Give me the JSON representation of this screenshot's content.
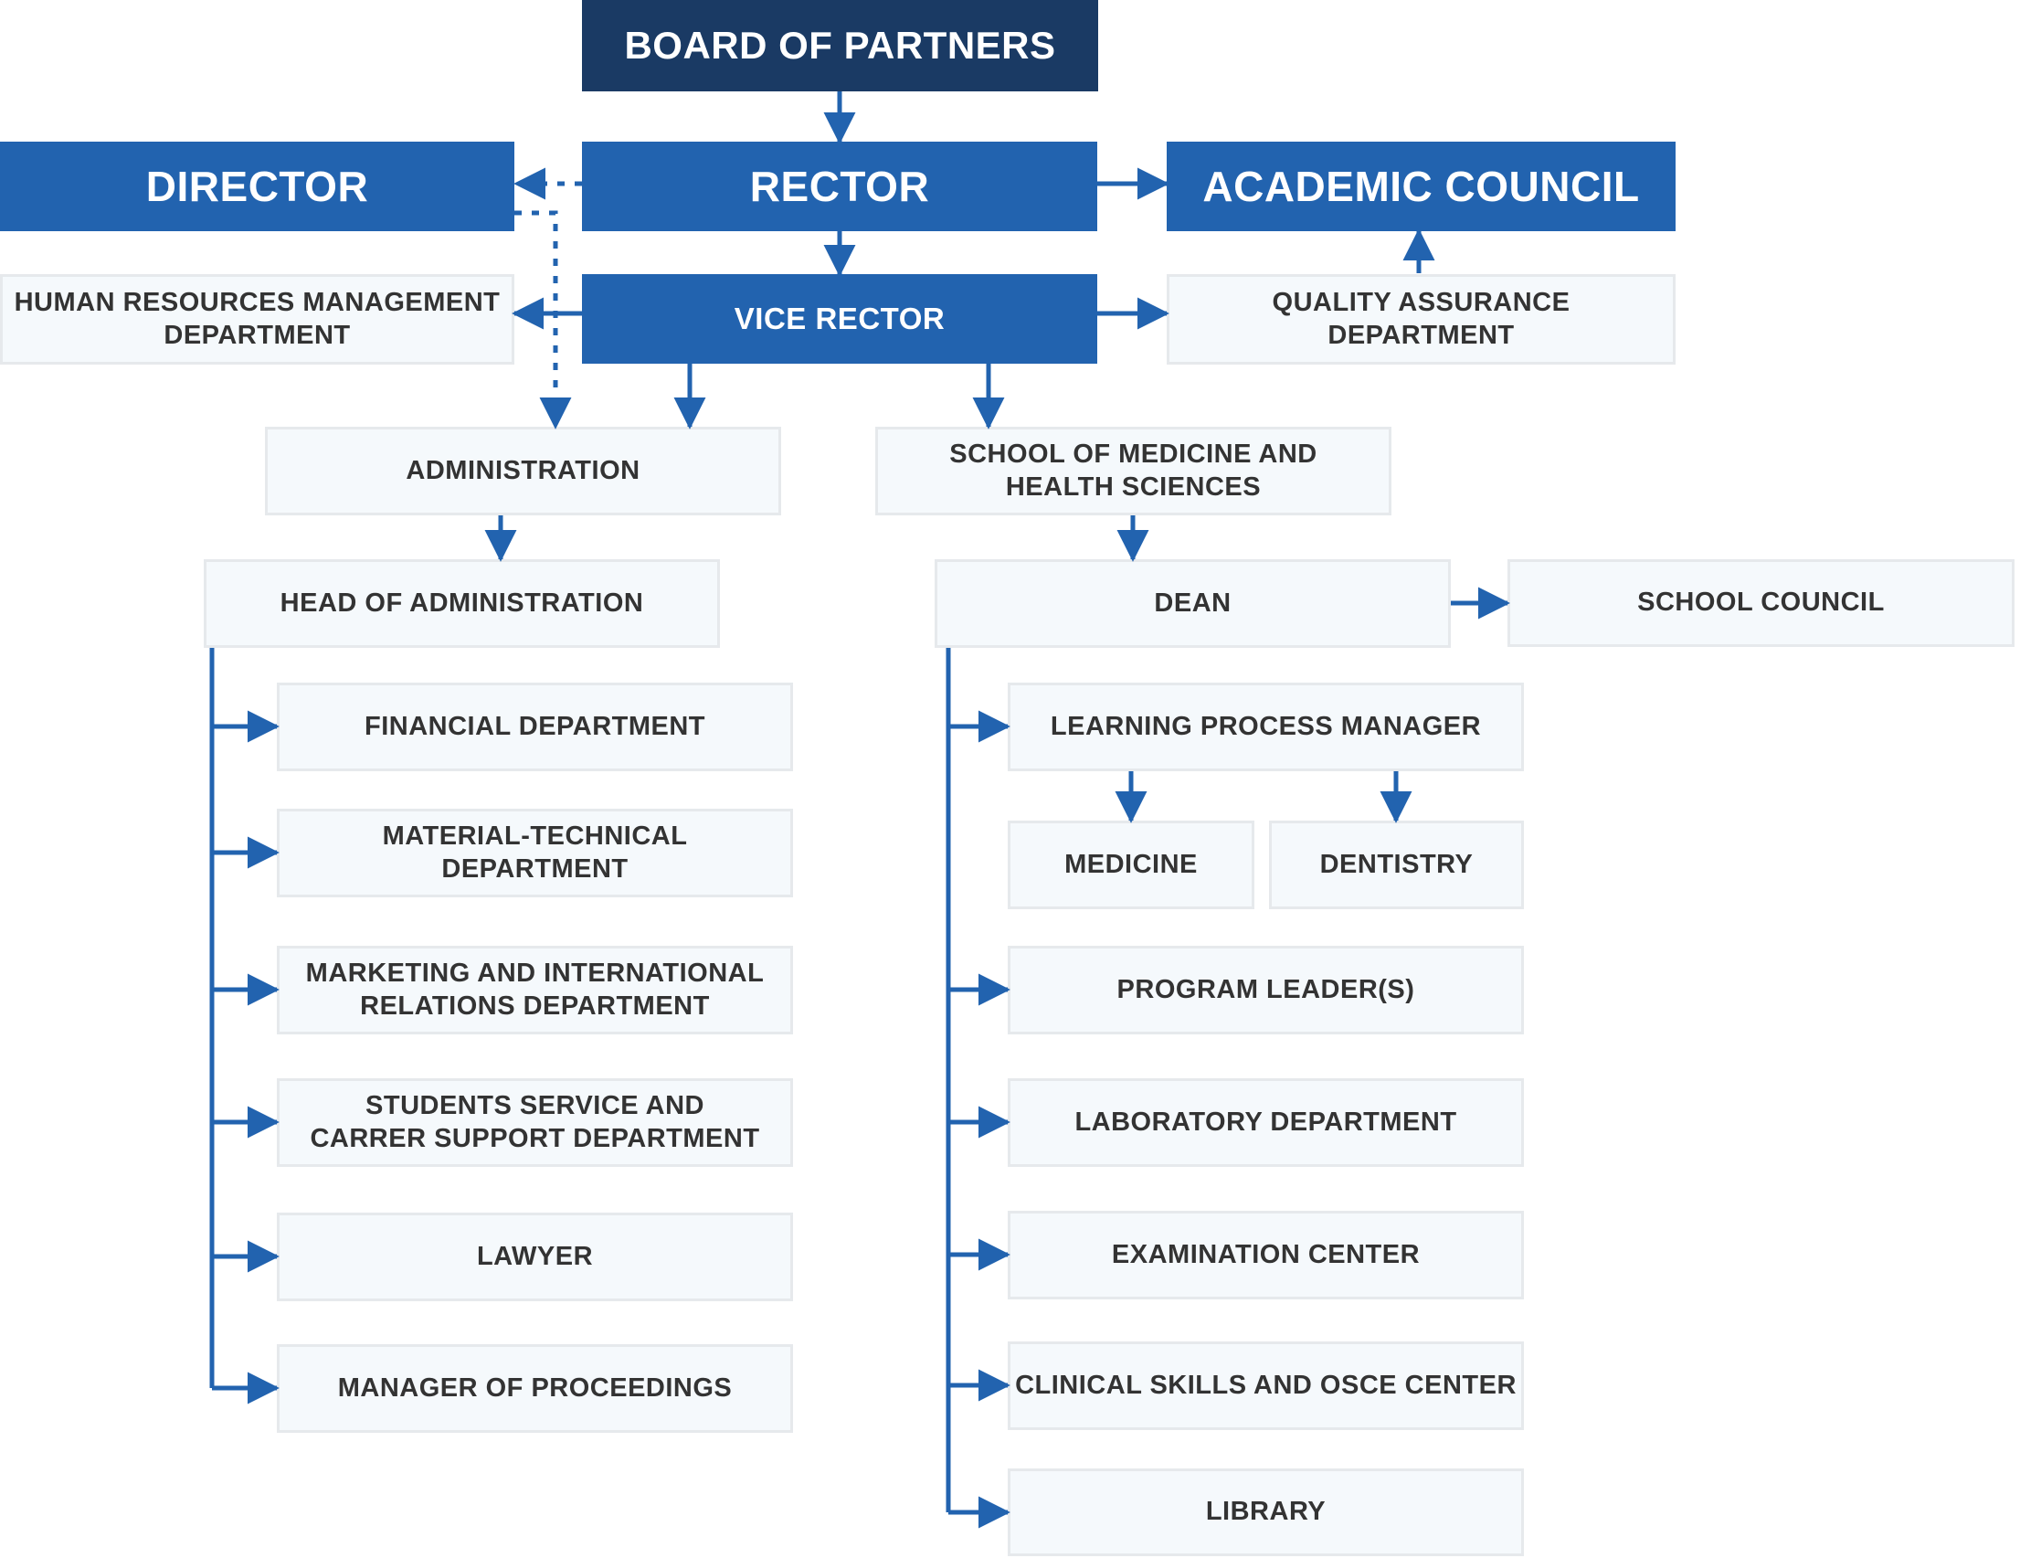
{
  "palette": {
    "navy": "#1A3A64",
    "blue": "#2263AF",
    "arrow_blue": "#2263AF",
    "light_box_fill": "#F5F9FC",
    "light_box_border": "#E6E9EC",
    "dark_text": "#333333",
    "white_text": "#FFFFFF",
    "background": "#FFFFFF"
  },
  "org_chart": {
    "type": "organizational-chart",
    "nodes": {
      "board": {
        "label": "BOARD OF PARTNERS",
        "level": "top"
      },
      "director": {
        "label": "DIRECTOR",
        "level": "executive"
      },
      "rector": {
        "label": "RECTOR",
        "level": "executive"
      },
      "academic_council": {
        "label": "ACADEMIC COUNCIL",
        "level": "executive"
      },
      "hrm": {
        "label": "HUMAN RESOURCES MANAGEMENT\nDEPARTMENT",
        "level": "department"
      },
      "vice_rector": {
        "label": "VICE RECTOR",
        "level": "executive"
      },
      "quality_assurance": {
        "label": "QUALITY ASSURANCE\nDEPARTMENT",
        "level": "department"
      },
      "administration": {
        "label": "ADMINISTRATION",
        "level": "unit"
      },
      "school_of_medicine": {
        "label": "SCHOOL OF MEDICINE AND\nHEALTH SCIENCES",
        "level": "unit"
      },
      "head_of_administration": {
        "label": "HEAD OF ADMINISTRATION",
        "level": "unit"
      },
      "dean": {
        "label": "DEAN",
        "level": "unit"
      },
      "school_council": {
        "label": "SCHOOL COUNCIL",
        "level": "unit"
      },
      "financial": {
        "label": "FINANCIAL DEPARTMENT",
        "level": "department"
      },
      "material_technical": {
        "label": "MATERIAL-TECHNICAL\nDEPARTMENT",
        "level": "department"
      },
      "marketing": {
        "label": "MARKETING AND INTERNATIONAL\nRELATIONS DEPARTMENT",
        "level": "department"
      },
      "students_service": {
        "label": "STUDENTS SERVICE AND\nCARRER SUPPORT DEPARTMENT",
        "level": "department"
      },
      "lawyer": {
        "label": "LAWYER",
        "level": "department"
      },
      "manager_proceedings": {
        "label": "MANAGER OF PROCEEDINGS",
        "level": "department"
      },
      "learning_process_manager": {
        "label": "LEARNING PROCESS MANAGER",
        "level": "department"
      },
      "medicine": {
        "label": "MEDICINE",
        "level": "program"
      },
      "dentistry": {
        "label": "DENTISTRY",
        "level": "program"
      },
      "program_leaders": {
        "label": "PROGRAM LEADER(S)",
        "level": "department"
      },
      "laboratory": {
        "label": "LABORATORY DEPARTMENT",
        "level": "department"
      },
      "examination": {
        "label": "EXAMINATION CENTER",
        "level": "department"
      },
      "clinical_skills": {
        "label": "CLINICAL SKILLS AND OSCE CENTER",
        "level": "department"
      },
      "library": {
        "label": "LIBRARY",
        "level": "department"
      }
    },
    "edges": [
      {
        "from": "board",
        "to": "rector",
        "style": "solid"
      },
      {
        "from": "rector",
        "to": "director",
        "style": "dotted"
      },
      {
        "from": "rector",
        "to": "academic_council",
        "style": "solid"
      },
      {
        "from": "rector",
        "to": "vice_rector",
        "style": "solid"
      },
      {
        "from": "vice_rector",
        "to": "hrm",
        "style": "solid"
      },
      {
        "from": "vice_rector",
        "to": "quality_assurance",
        "style": "solid"
      },
      {
        "from": "quality_assurance",
        "to": "academic_council",
        "style": "solid"
      },
      {
        "from": "director",
        "to": "administration",
        "style": "dotted"
      },
      {
        "from": "vice_rector",
        "to": "administration",
        "style": "solid"
      },
      {
        "from": "vice_rector",
        "to": "school_of_medicine",
        "style": "solid"
      },
      {
        "from": "administration",
        "to": "head_of_administration",
        "style": "solid"
      },
      {
        "from": "school_of_medicine",
        "to": "dean",
        "style": "solid"
      },
      {
        "from": "dean",
        "to": "school_council",
        "style": "solid"
      },
      {
        "from": "head_of_administration",
        "to": "financial",
        "style": "solid"
      },
      {
        "from": "head_of_administration",
        "to": "material_technical",
        "style": "solid"
      },
      {
        "from": "head_of_administration",
        "to": "marketing",
        "style": "solid"
      },
      {
        "from": "head_of_administration",
        "to": "students_service",
        "style": "solid"
      },
      {
        "from": "head_of_administration",
        "to": "lawyer",
        "style": "solid"
      },
      {
        "from": "head_of_administration",
        "to": "manager_proceedings",
        "style": "solid"
      },
      {
        "from": "dean",
        "to": "learning_process_manager",
        "style": "solid"
      },
      {
        "from": "learning_process_manager",
        "to": "medicine",
        "style": "solid"
      },
      {
        "from": "learning_process_manager",
        "to": "dentistry",
        "style": "solid"
      },
      {
        "from": "dean",
        "to": "program_leaders",
        "style": "solid"
      },
      {
        "from": "dean",
        "to": "laboratory",
        "style": "solid"
      },
      {
        "from": "dean",
        "to": "examination",
        "style": "solid"
      },
      {
        "from": "dean",
        "to": "clinical_skills",
        "style": "solid"
      },
      {
        "from": "dean",
        "to": "library",
        "style": "solid"
      }
    ]
  }
}
